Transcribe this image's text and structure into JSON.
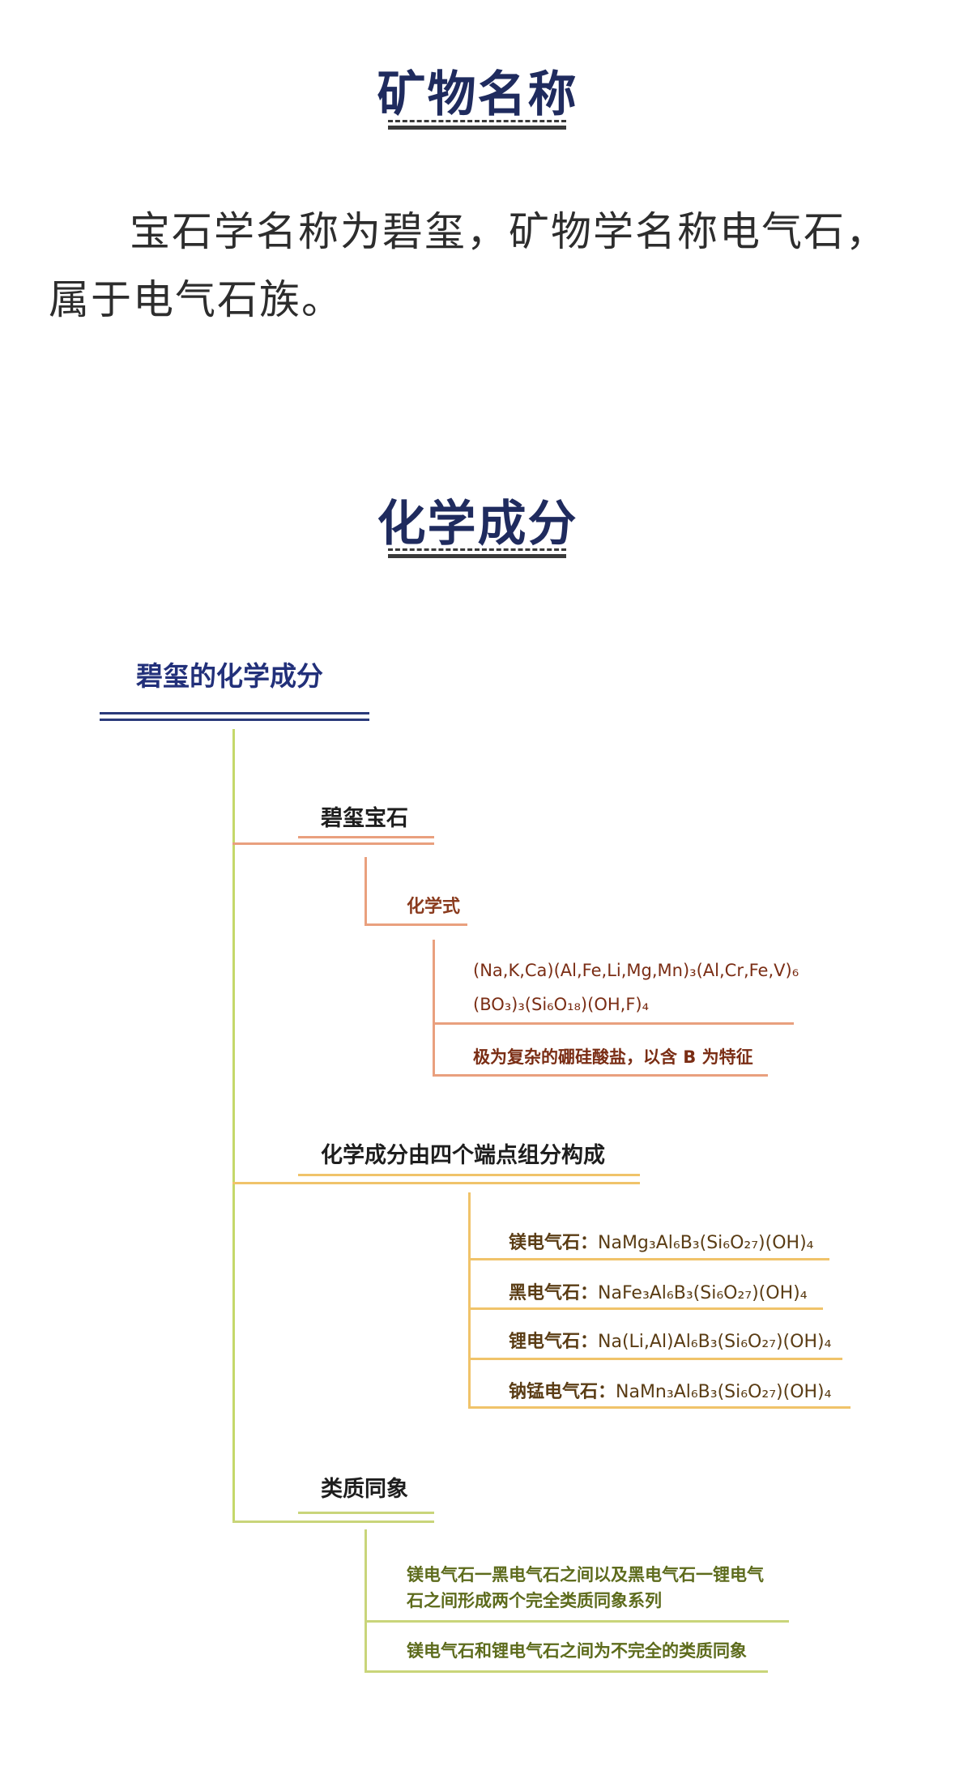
{
  "sections": {
    "mineral_name": {
      "title": "矿物名称",
      "paragraph_line1": "宝石学名称为碧玺，矿物学名称电气石，",
      "paragraph_line2": "属于电气石族。"
    },
    "composition": {
      "title": "化学成分"
    }
  },
  "mindmap": {
    "title": "碧玺的化学成分",
    "colors": {
      "title_line": "#2a3a7a",
      "trunk": "#c5d86a",
      "branch1": "#e9a07e",
      "branch2": "#f0c36a",
      "branch3": "#c9d57a"
    },
    "branch1": {
      "label": "碧玺宝石",
      "sub_label": "化学式",
      "formula_line1": "(Na,K,Ca)(Al,Fe,Li,Mg,Mn)₃(Al,Cr,Fe,V)₆",
      "formula_line2": "(BO₃)₃(Si₆O₁₈)(OH,F)₄",
      "note": "极为复杂的硼硅酸盐，以含 B 为特征"
    },
    "branch2": {
      "label": "化学成分由四个端点组分构成",
      "items": [
        {
          "name": "镁电气石：",
          "formula": "NaMg₃Al₆B₃(Si₆O₂₇)(OH)₄"
        },
        {
          "name": "黑电气石：",
          "formula": "NaFe₃Al₆B₃(Si₆O₂₇)(OH)₄"
        },
        {
          "name": "锂电气石：",
          "formula": "Na(Li,Al)Al₆B₃(Si₆O₂₇)(OH)₄"
        },
        {
          "name": "钠锰电气石：",
          "formula": "NaMn₃Al₆B₃(Si₆O₂₇)(OH)₄"
        }
      ]
    },
    "branch3": {
      "label": "类质同象",
      "item1_line1": "镁电气石一黑电气石之间以及黑电气石一锂电气",
      "item1_line2": "石之间形成两个完全类质同象系列",
      "item2": "镁电气石和锂电气石之间为不完全的类质同象"
    }
  }
}
